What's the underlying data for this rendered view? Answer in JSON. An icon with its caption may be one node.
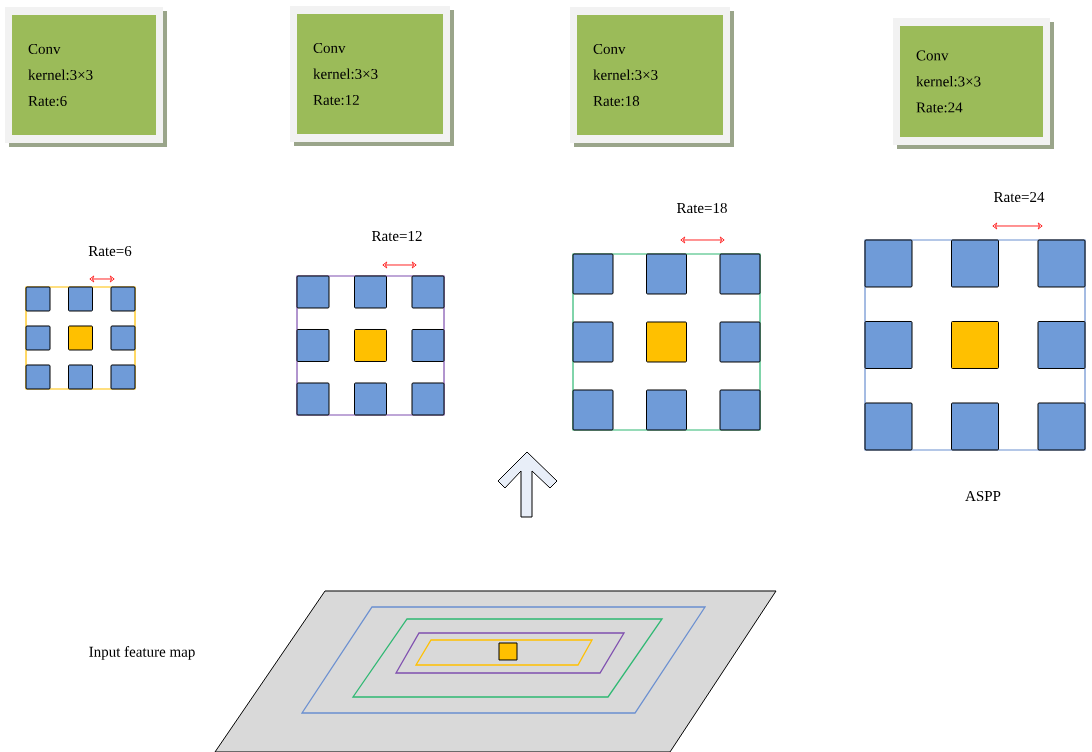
{
  "diagram": {
    "nodes": [
      {
        "text": [
          "Conv",
          "kernel:3×3",
          "Rate:6"
        ]
      },
      {
        "text": [
          "Conv",
          "kernel:3×3",
          "Rate:12"
        ]
      },
      {
        "text": [
          "Conv",
          "kernel:3×3",
          "Rate:18"
        ]
      },
      {
        "text": [
          "Conv",
          "kernel:3×3",
          "Rate:24"
        ]
      }
    ],
    "labels": [
      "Rate=6",
      "Rate=12",
      "Rate=18",
      "Rate=24",
      "ASPP",
      "Input feature map"
    ]
  }
}
